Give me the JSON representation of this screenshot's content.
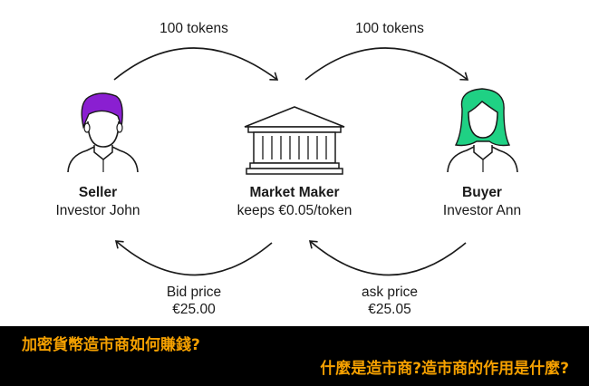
{
  "flows": {
    "top_left": "100 tokens",
    "top_right": "100 tokens",
    "bottom_left_label": "Bid price",
    "bottom_left_value": "€25.00",
    "bottom_right_label": "ask price",
    "bottom_right_value": "€25.05"
  },
  "seller": {
    "title": "Seller",
    "subtitle": "Investor John",
    "icon": "person-icon",
    "color": "#8a1fd1"
  },
  "market_maker": {
    "title": "Market Maker",
    "subtitle": "keeps €0.05/token",
    "icon": "bank-building-icon"
  },
  "buyer": {
    "title": "Buyer",
    "subtitle": "Investor Ann",
    "icon": "person-icon",
    "color": "#1fd184"
  },
  "banner": {
    "line1": "加密貨幣造市商如何賺錢?",
    "line2": "什麼是造市商?造市商的作用是什麼?",
    "text_color": "#f5a000",
    "background": "#000000"
  }
}
